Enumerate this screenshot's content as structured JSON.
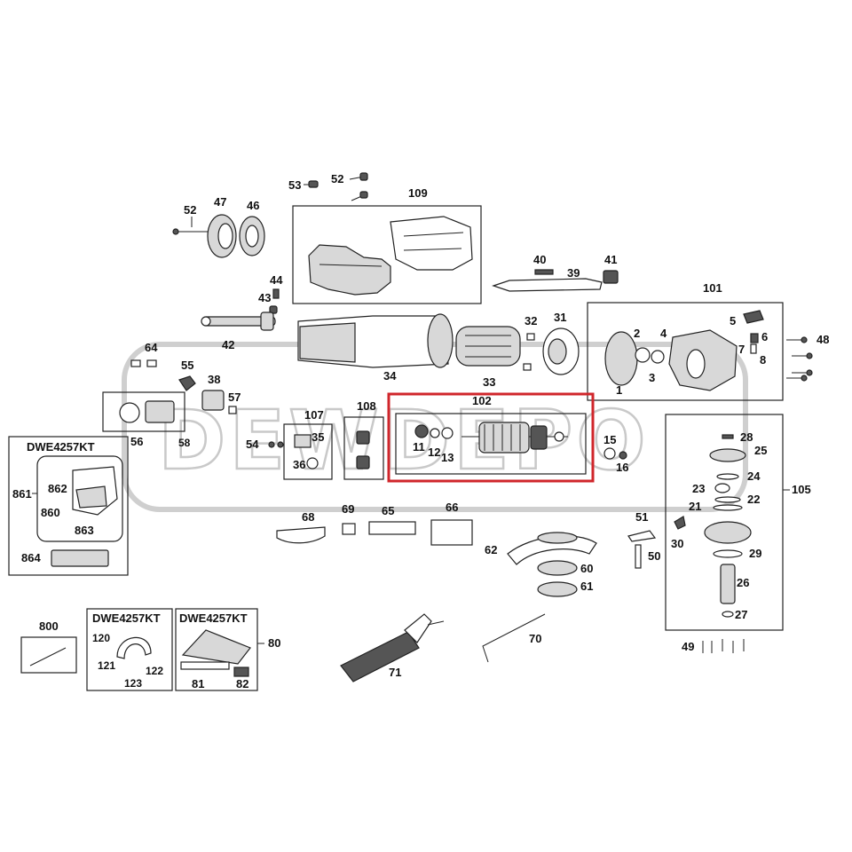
{
  "watermark": {
    "text": "DEWDEPO"
  },
  "highlight_color": "#d0262b",
  "boxes": {
    "b109": "109",
    "b101": "101",
    "b102": "102",
    "b105": "105",
    "b107": "107",
    "b108": "108",
    "b861": "861",
    "b80": "80"
  },
  "kit_titles": {
    "kit861": "DWE4257KT",
    "kit120": "DWE4257KT",
    "kit80": "DWE4257KT"
  },
  "labels": {
    "l53": "53",
    "l52a": "52",
    "l52b": "52",
    "l47": "47",
    "l46": "46",
    "l44": "44",
    "l43": "43",
    "l42": "42",
    "l64": "64",
    "l55": "55",
    "l38": "38",
    "l57": "57",
    "l56": "56",
    "l58": "58",
    "l54": "54",
    "l35": "35",
    "l36": "36",
    "l34": "34",
    "l33": "33",
    "l32": "32",
    "l31": "31",
    "l40": "40",
    "l39": "39",
    "l41": "41",
    "l5": "5",
    "l6": "6",
    "l48": "48",
    "l2": "2",
    "l4": "4",
    "l7": "7",
    "l8": "8",
    "l3": "3",
    "l1": "1",
    "l11": "11",
    "l12": "12",
    "l13": "13",
    "l15": "15",
    "l16": "16",
    "l28": "28",
    "l25": "25",
    "l24": "24",
    "l23": "23",
    "l22": "22",
    "l21": "21",
    "l30": "30",
    "l29": "29",
    "l26": "26",
    "l27": "27",
    "l49": "49",
    "l51": "51",
    "l50": "50",
    "l62": "62",
    "l60": "60",
    "l61": "61",
    "l68": "68",
    "l69": "69",
    "l65": "65",
    "l66": "66",
    "l862": "862",
    "l860": "860",
    "l863": "863",
    "l864": "864",
    "l800": "800",
    "l120": "120",
    "l121": "121",
    "l122": "122",
    "l123": "123",
    "l81": "81",
    "l82": "82",
    "l71": "71",
    "l70": "70"
  }
}
